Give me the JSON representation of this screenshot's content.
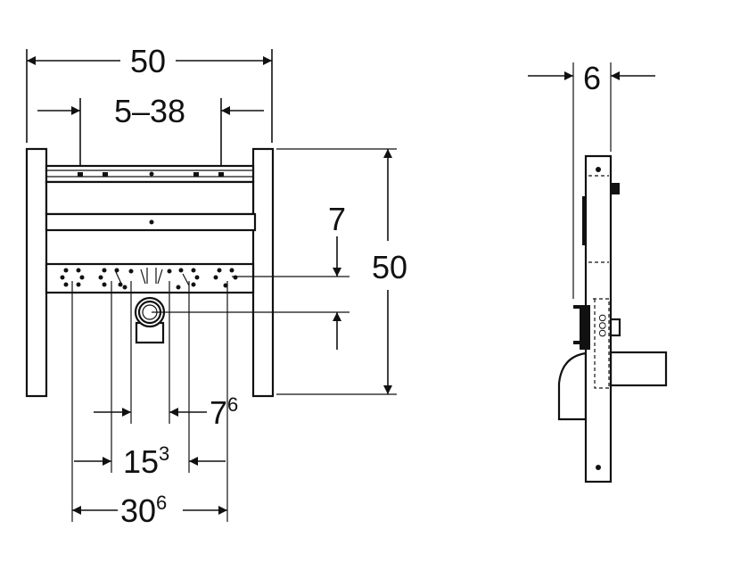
{
  "front_view": {
    "overall_width": "50",
    "adjustable_width": "5–38",
    "overall_height": "50",
    "offset_vertical": "7",
    "spacing_small": {
      "base": "7",
      "sup": "6"
    },
    "spacing_mid": {
      "base": "15",
      "sup": "3"
    },
    "spacing_wide": {
      "base": "30",
      "sup": "6"
    }
  },
  "side_view": {
    "depth": "6"
  },
  "colors": {
    "line": "#111111",
    "background": "#ffffff"
  }
}
